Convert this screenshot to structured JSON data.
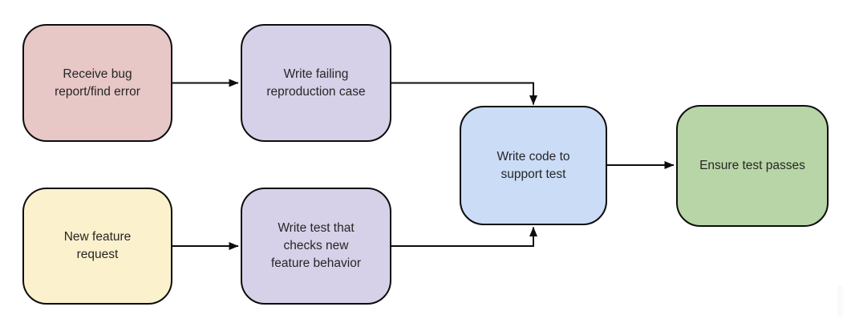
{
  "diagram": {
    "background": "#ffffff",
    "stroke_color": "#0d0d0d",
    "text_color": "#262626",
    "nodes": [
      {
        "id": "receive-bug-report",
        "label": "Receive bug\nreport/find error",
        "fill": "#e8c7c7"
      },
      {
        "id": "write-failing-repro",
        "label": "Write failing\nreproduction case",
        "fill": "#d6d1e8"
      },
      {
        "id": "new-feature-request",
        "label": "New feature\nrequest",
        "fill": "#fbf1cd"
      },
      {
        "id": "write-test-checks",
        "label": "Write test that\nchecks new\nfeature behavior",
        "fill": "#d6d1e8"
      },
      {
        "id": "write-code-support",
        "label": "Write code to\nsupport test",
        "fill": "#cbdcf7"
      },
      {
        "id": "ensure-test-passes",
        "label": "Ensure test passes",
        "fill": "#b7d5a6"
      }
    ],
    "connectors": [
      {
        "from": "receive-bug-report",
        "to": "write-failing-repro",
        "route": "straight"
      },
      {
        "from": "write-failing-repro",
        "to": "write-code-support",
        "route": "elbow-right-down"
      },
      {
        "from": "new-feature-request",
        "to": "write-test-checks",
        "route": "straight"
      },
      {
        "from": "write-test-checks",
        "to": "write-code-support",
        "route": "elbow-right-up"
      },
      {
        "from": "write-code-support",
        "to": "ensure-test-passes",
        "route": "straight"
      }
    ]
  }
}
